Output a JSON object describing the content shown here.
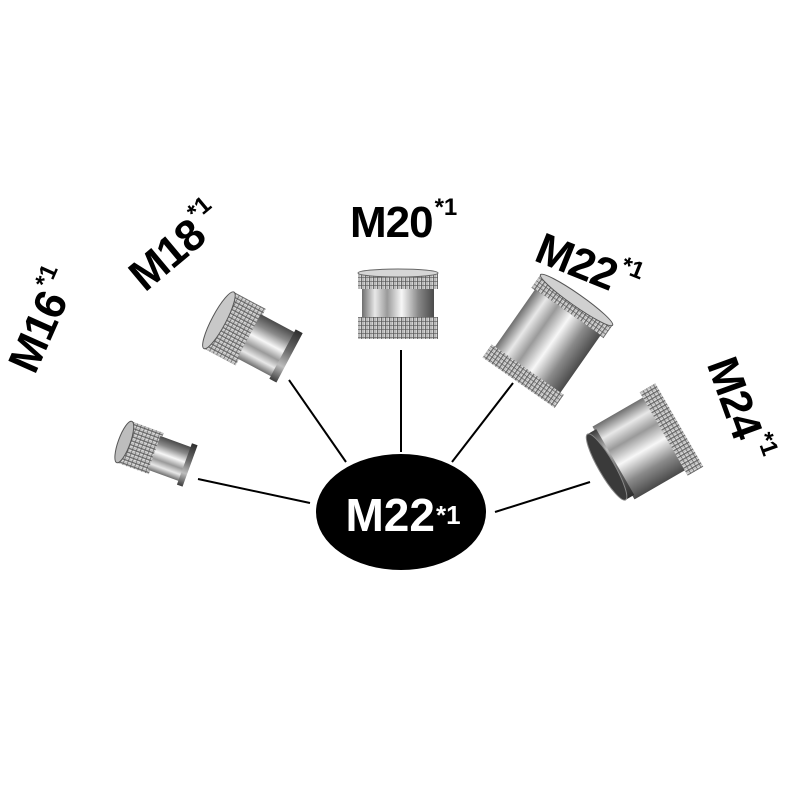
{
  "center": {
    "size": "M22",
    "qty": "*1",
    "fill": "#000000",
    "text_color": "#ffffff"
  },
  "adapters": [
    {
      "size": "M16",
      "qty": "*1"
    },
    {
      "size": "M18",
      "qty": "*1"
    },
    {
      "size": "M20",
      "qty": "*1"
    },
    {
      "size": "M22",
      "qty": "*1"
    },
    {
      "size": "M24",
      "qty": "*1"
    }
  ],
  "colors": {
    "connector_line": "#000000",
    "metal_light": "#f4f4f4",
    "metal_dark": "#5a5a5a"
  }
}
